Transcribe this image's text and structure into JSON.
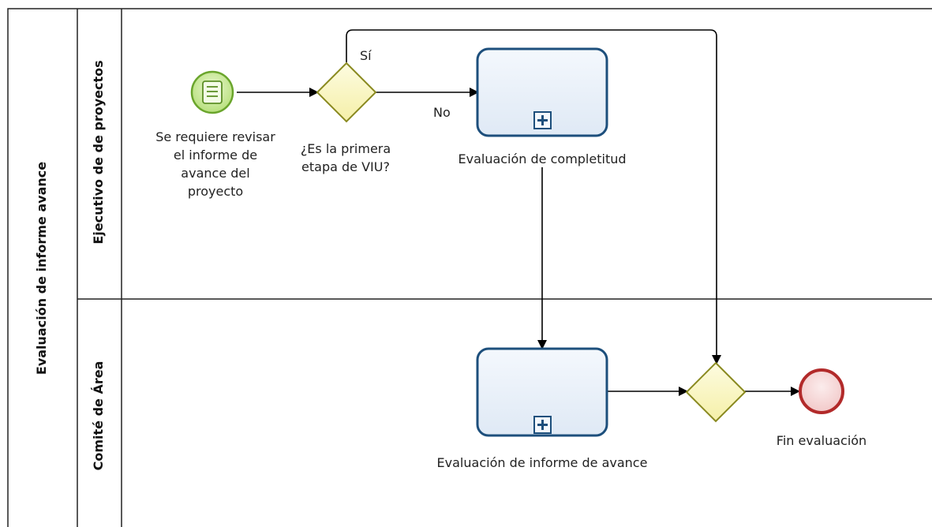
{
  "pool": {
    "label": "Evaluación de informe avance"
  },
  "lanes": [
    {
      "label": "Ejecutivo de de proyectos"
    },
    {
      "label": "Comité de Área"
    }
  ],
  "events": {
    "start": {
      "label": "Se requiere revisar\nel informe de\navance del\nproyecto",
      "icon": "message-icon",
      "color": "#7dbb3c"
    },
    "end": {
      "label": "Fin evaluación",
      "color": "#b22a2a"
    }
  },
  "gateways": {
    "first_stage": {
      "label": "¿Es la primera\netapa de VIU?"
    },
    "merge": {
      "label": ""
    }
  },
  "tasks": {
    "completitud": {
      "label": "Evaluación de completitud"
    },
    "informe": {
      "label": "Evaluación de informe de avance"
    }
  },
  "flows": {
    "yes_label": "Sí",
    "no_label": "No"
  },
  "colors": {
    "task_border": "#1d4f7c",
    "task_fill": "#e9f1fa",
    "gateway_fill": "#fbf8c8",
    "gateway_border": "#8a8a20"
  }
}
